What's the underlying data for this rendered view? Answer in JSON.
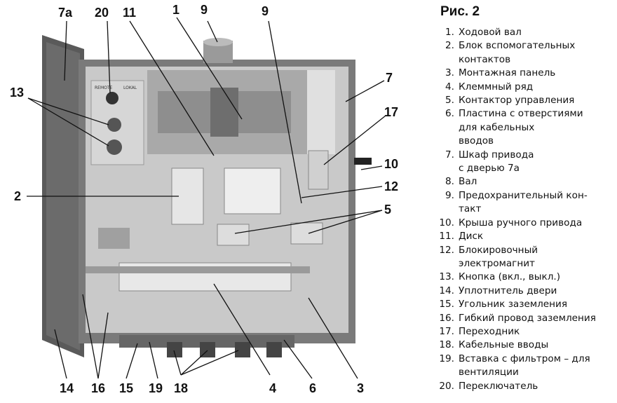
{
  "figure": {
    "title": "Рис. 2",
    "callouts": [
      "7а",
      "20",
      "11",
      "1",
      "9",
      "9",
      "13",
      "7",
      "17",
      "10",
      "12",
      "2",
      "5",
      "14",
      "16",
      "15",
      "19",
      "18",
      "4",
      "6",
      "3"
    ]
  },
  "legend": [
    {
      "num": "1.",
      "text": "Ходовой вал"
    },
    {
      "num": "2.",
      "text": "Блок вспомогательных\n  контактов"
    },
    {
      "num": "3.",
      "text": "Монтажная панель"
    },
    {
      "num": "4.",
      "text": "Клеммный ряд"
    },
    {
      "num": "5.",
      "text": "Контактор управления"
    },
    {
      "num": "6.",
      "text": "Пластина с отверстиями\nдля кабельных\nвводов"
    },
    {
      "num": "7.",
      "text": "Шкаф привода\n  с дверью 7а"
    },
    {
      "num": "8.",
      "text": "Вал"
    },
    {
      "num": "9.",
      "text": "Предохранительный кон-\nтакт"
    },
    {
      "num": "10.",
      "text": "Крыша ручного привода"
    },
    {
      "num": "11.",
      "text": "Диск"
    },
    {
      "num": "12.",
      "text": "Блокировочный\nэлектромагнит"
    },
    {
      "num": "13.",
      "text": "Кнопка (вкл., выкл.)"
    },
    {
      "num": "14.",
      "text": "Уплотнитель двери"
    },
    {
      "num": "15.",
      "text": "Угольник заземления"
    },
    {
      "num": "16.",
      "text": "Гибкий провод заземления"
    },
    {
      "num": "17.",
      "text": "Переходник"
    },
    {
      "num": "18.",
      "text": "Кабельные вводы"
    },
    {
      "num": "19.",
      "text": "Вставка с фильтром – для\nвентиляции"
    },
    {
      "num": "20.",
      "text": "Переключатель"
    }
  ],
  "panel": {
    "sign_left": "REMOTE",
    "sign_right": "LOKAL"
  },
  "colors": {
    "ink": "#111111",
    "cabinet": "#7a7a7a",
    "interior": "#c9c9c9",
    "door": "#5a5a5a"
  }
}
